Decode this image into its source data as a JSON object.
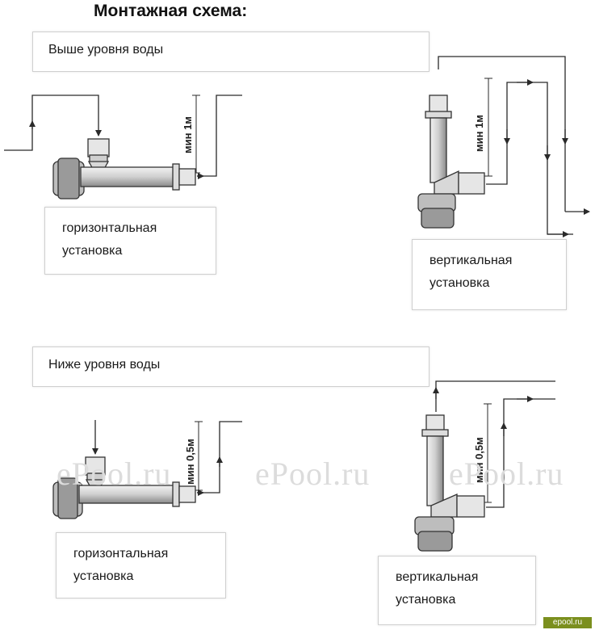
{
  "title": "Монтажная схема:",
  "sections": [
    {
      "heading": "Выше уровня воды",
      "distance_label": "мин 1м",
      "horizontal_caption": [
        "горизонтальная",
        "установка"
      ],
      "vertical_caption": [
        "вертикальная",
        "установка"
      ]
    },
    {
      "heading": "Ниже уровня воды",
      "distance_label": "мин 0,5м",
      "horizontal_caption": [
        "горизонтальная",
        "установка"
      ],
      "vertical_caption": [
        "вертикальная",
        "установка"
      ]
    }
  ],
  "watermarks": [
    "ePool.ru",
    "ePool.ru",
    "ePool.ru"
  ],
  "corner_logo": "epool.ru",
  "colors": {
    "line": "#2a2a2a",
    "fill_light": "#e6e6e6",
    "fill_mid": "#bdbdbd",
    "logo": "#7b8f1e"
  }
}
